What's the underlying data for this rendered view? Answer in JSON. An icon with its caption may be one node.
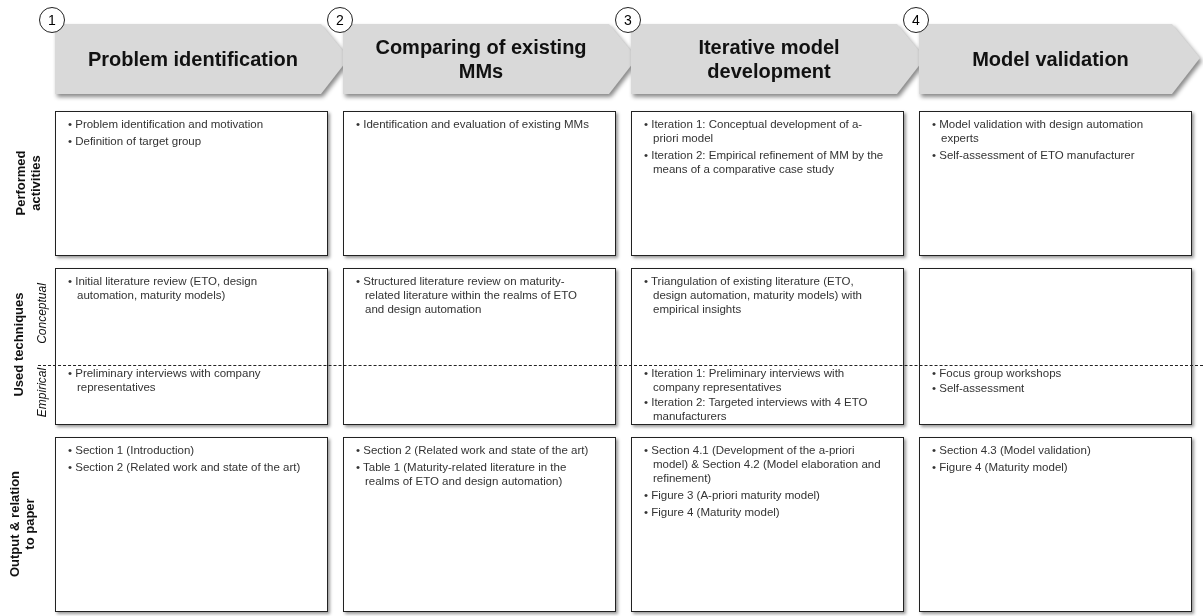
{
  "diagram": {
    "nodes": [
      {
        "text": [
          "Problem identification"
        ]
      },
      {
        "text": [
          "Comparing of existing MMs"
        ]
      },
      {
        "text": [
          "Iterative model development"
        ]
      },
      {
        "text": [
          "Model validation"
        ]
      },
      {
        "text": [
          "1"
        ]
      },
      {
        "text": [
          "2"
        ]
      },
      {
        "text": [
          "3"
        ]
      },
      {
        "text": [
          "4"
        ]
      },
      {
        "text": [
          "• Problem identification and motivation",
          "• Definition of target group"
        ]
      },
      {
        "text": [
          "• Identification and evaluation of existing MMs"
        ]
      },
      {
        "text": [
          "• Iteration 1: Conceptual development of a-priori model",
          "• Iteration 2: Empirical refinement of MM by the means of a comparative case study"
        ]
      },
      {
        "text": [
          "• Model validation with design automation experts",
          "• Self-assessment of ETO manufacturer"
        ]
      },
      {
        "text": [],
        "shape": "box"
      },
      {
        "text": [],
        "shape": "box"
      },
      {
        "text": [],
        "shape": "box"
      },
      {
        "text": [],
        "shape": "box"
      },
      {
        "text": [
          "• Initial literature review (ETO, design automation, maturity models)"
        ],
        "in": 12
      },
      {
        "text": [
          "• Preliminary interviews with company representatives"
        ],
        "in": 12
      },
      {
        "text": [
          "• Structured literature review on maturity-related literature within the realms of ETO and design automation"
        ],
        "in": 13
      },
      {
        "text": [
          "• Triangulation of existing literature (ETO, design automation, maturity models) with empirical insights"
        ],
        "in": 14
      },
      {
        "text": [
          "• Iteration 1: Preliminary interviews with company representatives",
          "• Iteration 2: Targeted interviews with 4 ETO manufacturers"
        ],
        "in": 14
      },
      {
        "text": [
          "• Focus group workshops",
          "• Self-assessment"
        ],
        "in": 15
      },
      {
        "text": [
          "• Section 1 (Introduction)",
          "• Section 2 (Related work and state of the art)"
        ]
      },
      {
        "text": [
          "• Section 2 (Related work and state of the art)",
          "• Table 1 (Maturity-related literature in the realms of ETO and design automation)"
        ]
      },
      {
        "text": [
          "• Section 4.1 (Development of the a-priori model) & Section 4.2 (Model elaboration and refinement)",
          "• Figure 3 (A-priori maturity model)",
          "• Figure 4 (Maturity model)"
        ]
      },
      {
        "text": [
          "• Section 4.3 (Model validation)",
          "• Figure 4 (Maturity model)"
        ]
      }
    ],
    "labels": [
      "Performed activities",
      "Used techniques",
      "Conceptual",
      "Empirical",
      "Output & relation to paper"
    ]
  }
}
